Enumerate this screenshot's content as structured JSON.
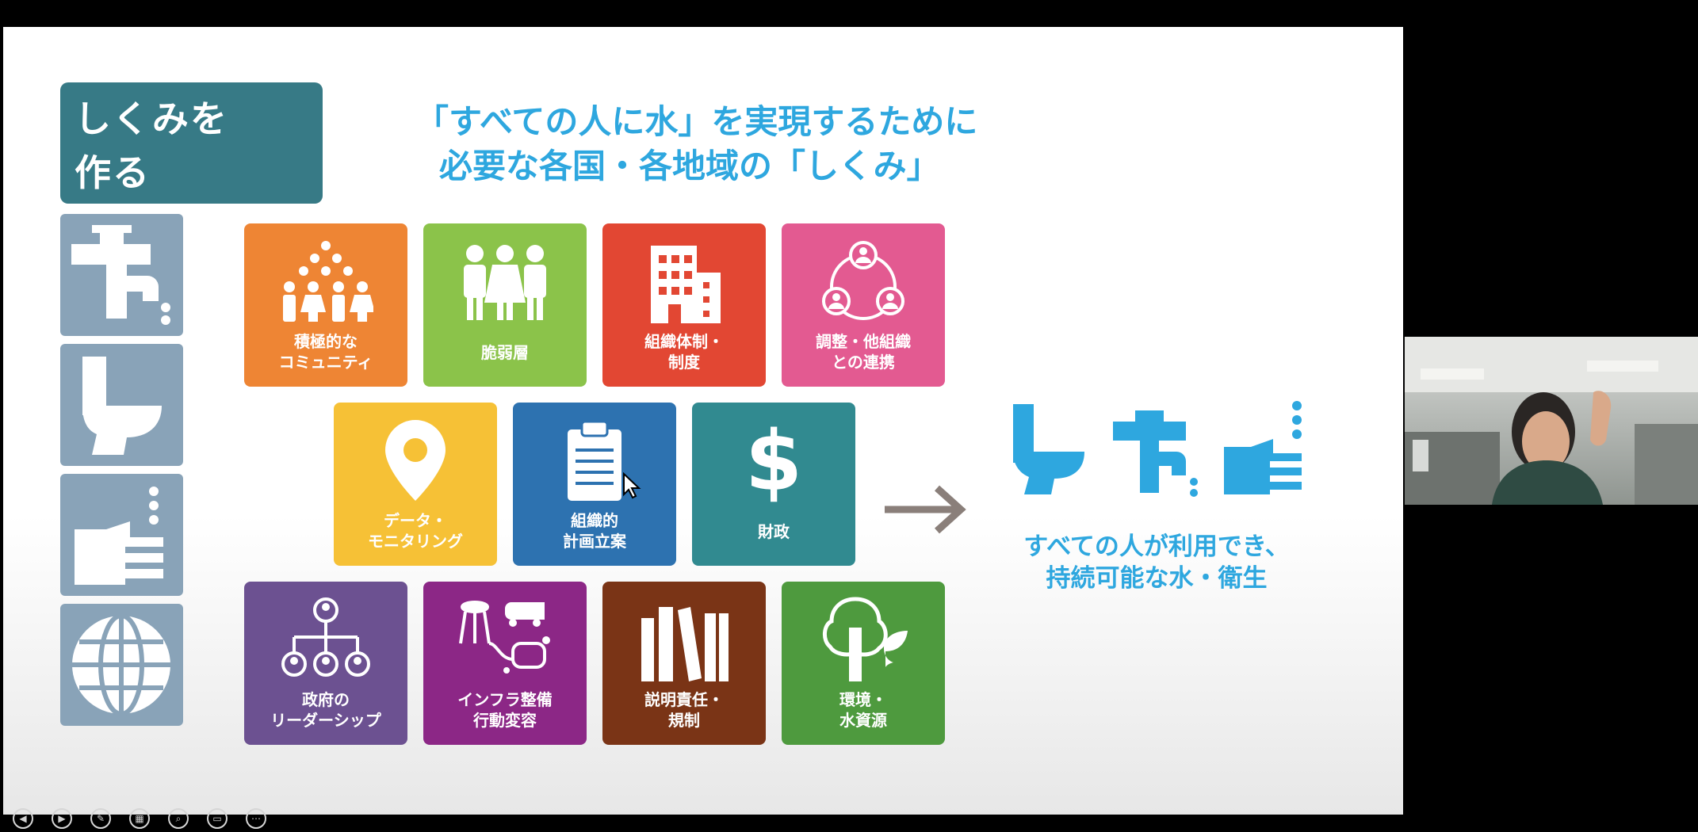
{
  "slide": {
    "section_badge": {
      "line1": "しくみを",
      "line2": "作る"
    },
    "headline": {
      "line1": "「すべての人に水」を実現するために",
      "line2": "必要な各国・各地域の「しくみ」"
    },
    "side_icons": [
      "water-tap-icon",
      "toilet-icon",
      "handwashing-icon",
      "globe-icon"
    ],
    "tiles": [
      {
        "icon": "community-people-icon",
        "color": "#ee8534",
        "line1": "積極的な",
        "line2": "コミュニティ"
      },
      {
        "icon": "vulnerable-group-icon",
        "color": "#8bc34a",
        "line1": "脆弱層",
        "line2": ""
      },
      {
        "icon": "building-icon",
        "color": "#e24733",
        "line1": "組織体制・",
        "line2": "制度"
      },
      {
        "icon": "network-cycle-icon",
        "color": "#e35a91",
        "line1": "調整・他組織",
        "line2": "との連携"
      },
      {
        "icon": "location-pin-icon",
        "color": "#f6c136",
        "line1": "データ・",
        "line2": "モニタリング"
      },
      {
        "icon": "clipboard-icon",
        "color": "#2d72b0",
        "line1": "組織的",
        "line2": "計画立案"
      },
      {
        "icon": "dollar-icon",
        "color": "#318a90",
        "line1": "財政",
        "line2": ""
      },
      {
        "icon": "org-chart-icon",
        "color": "#6c5191",
        "line1": "政府の",
        "line2": "リーダーシップ"
      },
      {
        "icon": "infrastructure-icon",
        "color": "#8c2786",
        "line1": "インフラ整備",
        "line2": "行動変容"
      },
      {
        "icon": "books-icon",
        "color": "#7a3416",
        "line1": "説明責任・",
        "line2": "規制"
      },
      {
        "icon": "tree-leaf-icon",
        "color": "#4e9a3e",
        "line1": "環境・",
        "line2": "水資源"
      }
    ],
    "result": {
      "icons": [
        "toilet-icon",
        "water-tap-icon",
        "handwashing-icon"
      ],
      "line1": "すべての人が利用でき、",
      "line2": "持続可能な水・衛生"
    },
    "colors": {
      "accent": "#2ea7df",
      "badge": "#377a86",
      "side_icon_bg": "#89a3b8"
    }
  },
  "controls": [
    "previous-icon",
    "next-icon",
    "pen-icon",
    "slides-icon",
    "zoom-icon",
    "subtitles-icon",
    "more-icon"
  ]
}
